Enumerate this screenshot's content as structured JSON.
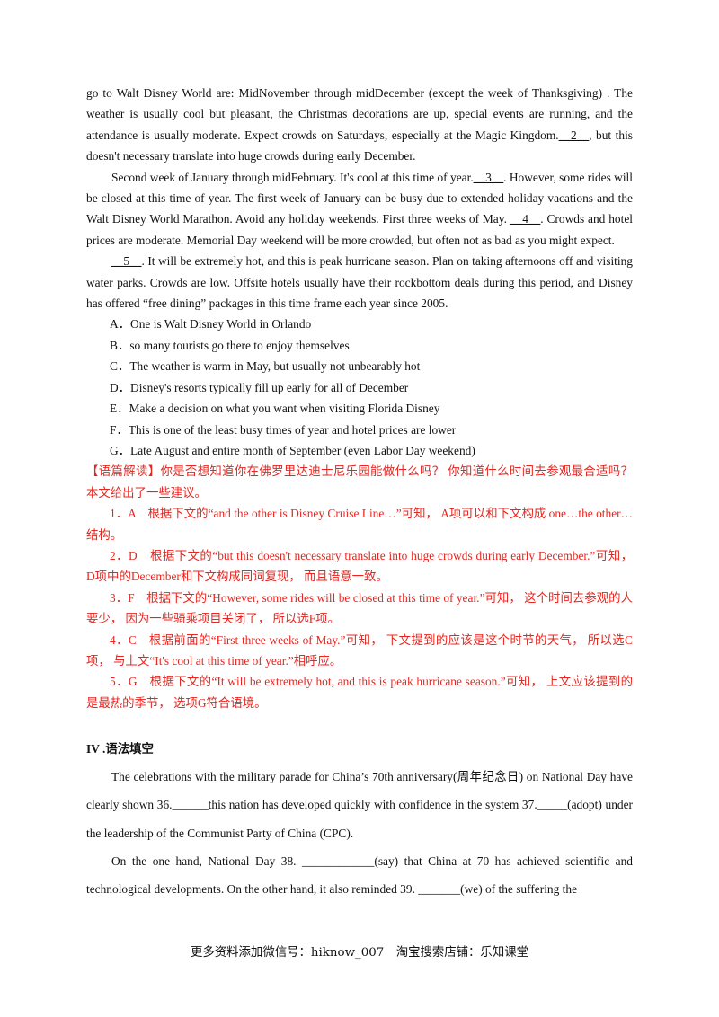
{
  "passage": {
    "p1": [
      {
        "t": "go to Walt Disney World are: MidNovember through midDecember (except the week of Thanksgiving) . The weather is usually cool but pleasant, the Christmas decorations are up, special events are running, and the attendance is usually moderate. Expect crowds on Saturdays, especially at the Magic Kingdom."
      },
      {
        "t": "__2__",
        "u": true
      },
      {
        "t": ", but this doesn't necessary translate into huge crowds during early December."
      }
    ],
    "p2": [
      {
        "t": "Second week of January through midFebruary. It's cool at this time of year."
      },
      {
        "t": "__3__",
        "u": true
      },
      {
        "t": ". However, some rides will be closed at this time of year. The first week of January can be busy due to extended holiday vacations and the Walt Disney World Marathon. Avoid any holiday weekends. First three weeks of May. "
      },
      {
        "t": "__4__",
        "u": true
      },
      {
        "t": ". Crowds and hotel prices are moderate. Memorial Day weekend will be more crowded, but often not as bad as you might expect."
      }
    ],
    "p3": [
      {
        "t": "__5__",
        "u": true
      },
      {
        "t": ". It will be extremely hot, and this is peak hurricane season. Plan on taking afternoons off and visiting water parks. Crowds are low. Offsite hotels usually have their rockbottom deals during this period, and Disney has offered “free dining” packages in this time frame each year since 2005."
      }
    ]
  },
  "options": [
    "A．One is Walt Disney World in Orlando",
    "B．so many tourists go there to enjoy themselves",
    "C．The weather is warm in May, but usually not unbearably hot",
    "D．Disney's resorts typically fill up early for all of December",
    "E．Make a decision on what you want when visiting Florida Disney",
    "F．This is one of the least busy times of year and hotel prices are lower",
    "G．Late August and entire month of September (even Labor Day weekend)"
  ],
  "analysis": {
    "intro": "【语篇解读】你是否想知道你在佛罗里达迪士尼乐园能做什么吗？ 你知道什么时间去参观最合适吗？ 本文给出了一些建议。",
    "items": [
      "1．A　根据下文的“and the other is Disney Cruise Line…”可知， A项可以和下文构成 one…the other…结构。",
      "2．D　根据下文的“but this doesn't necessary translate into huge crowds during early December.”可知， D项中的December和下文构成同词复现， 而且语意一致。",
      "3．F　根据下文的“However, some rides will be closed at this time of year.”可知， 这个时间去参观的人要少， 因为一些骑乘项目关闭了， 所以选F项。",
      "4．C　根据前面的“First three weeks of May.”可知， 下文提到的应该是这个时节的天气， 所以选C项， 与上文“It's cool at this time of year.”相呼应。",
      "5．G　根据下文的“It will be extremely hot, and this is peak hurricane season.”可知， 上文应该提到的是最热的季节， 选项G符合语境。"
    ]
  },
  "grammar": {
    "heading": "IV .语法填空",
    "p1": "The celebrations with the military parade for China’s 70th anniversary(周年纪念日) on National Day have clearly shown 36.______this nation has developed quickly with confidence in the system 37._____(adopt) under the leadership of the Communist Party of China (CPC).",
    "p2": "On the one hand, National Day 38. ____________(say) that China at 70 has achieved scientific and technological developments. On the other hand, it also reminded 39. _______(we) of the suffering the"
  },
  "footer": "更多资料添加微信号：hiknow_007　淘宝搜索店铺：乐知课堂"
}
